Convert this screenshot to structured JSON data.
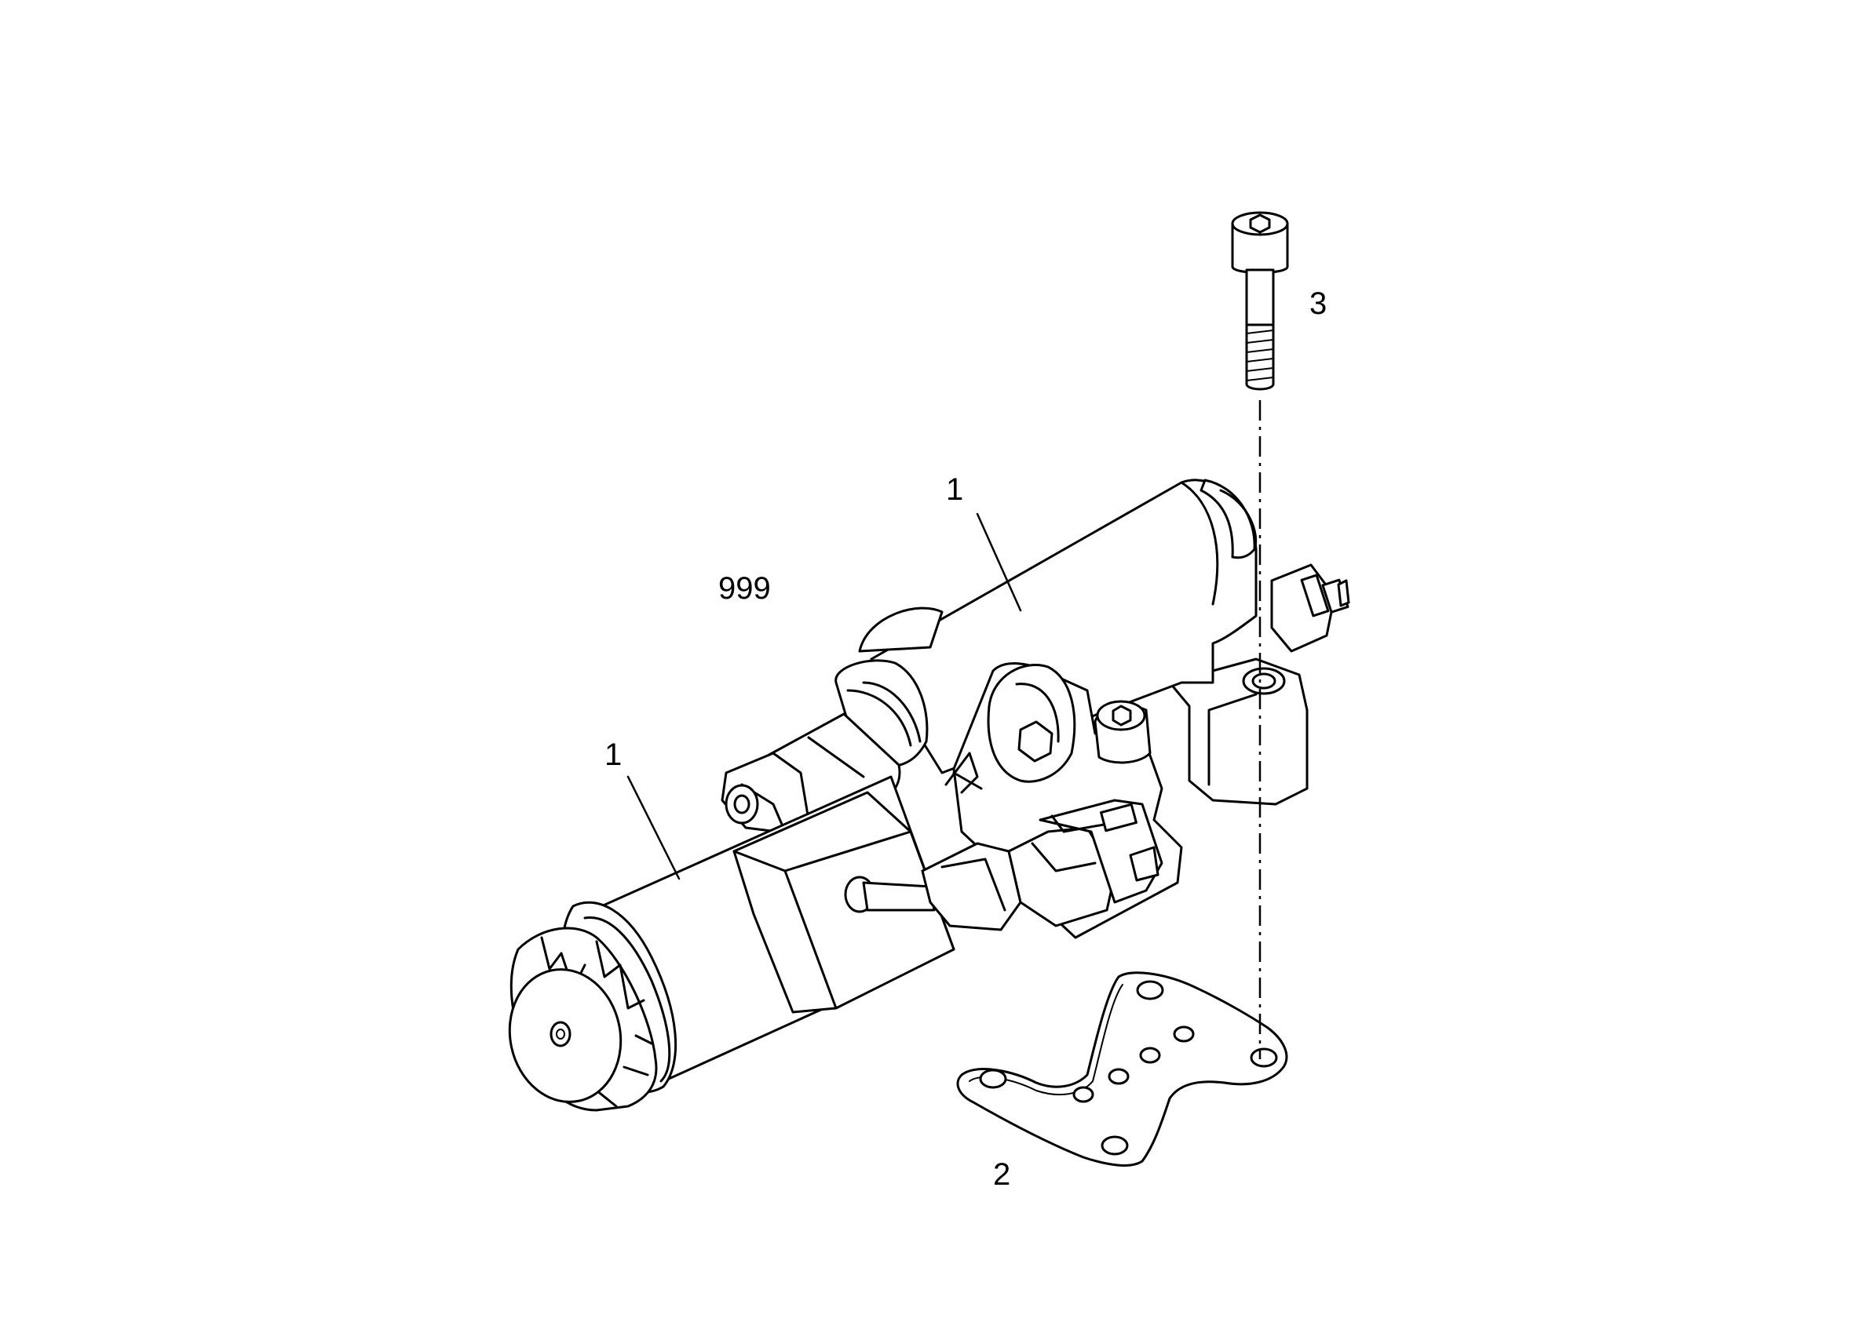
{
  "diagram": {
    "labels": {
      "group_number": "999",
      "valve_upper": "1",
      "valve_lower": "1",
      "gasket": "2",
      "screw": "3"
    }
  }
}
